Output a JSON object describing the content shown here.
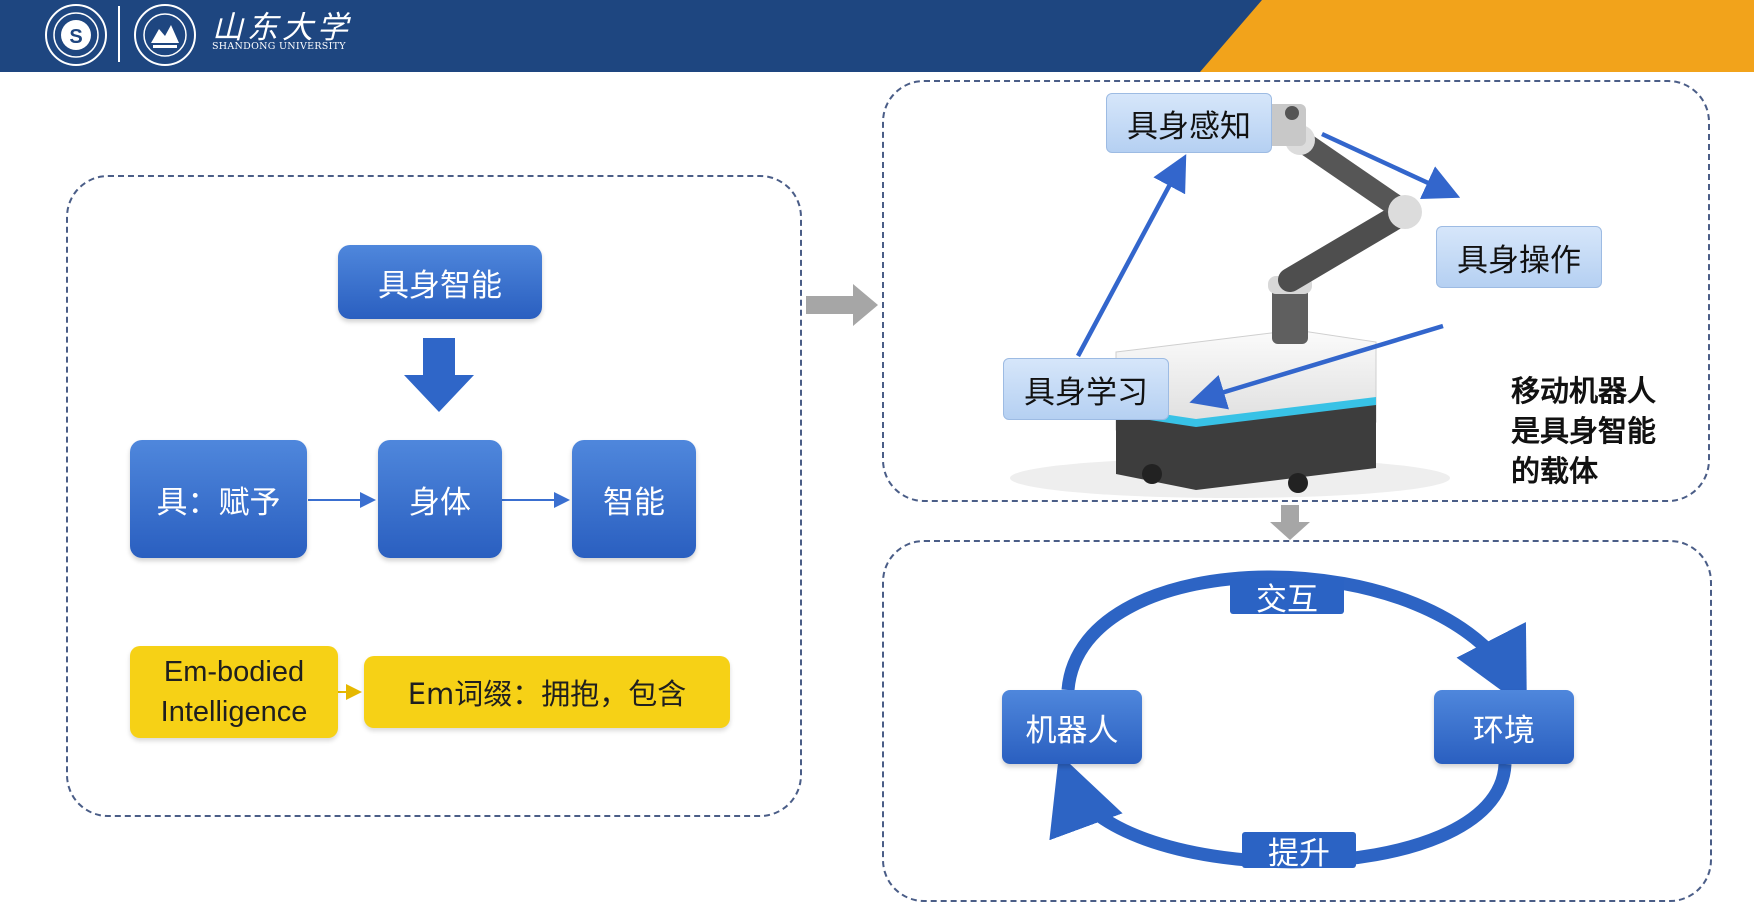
{
  "header": {
    "university_name_cn": "山东大学",
    "university_name_en": "SHANDONG UNIVERSITY",
    "colors": {
      "bar": "#1e4680",
      "accent": "#f2a31b"
    }
  },
  "left_panel": {
    "top_box": "具身智能",
    "row_boxes": [
      "具：赋予",
      "身体",
      "智能"
    ],
    "en_box": "Em-bodied\nIntelligence",
    "prefix_box": "Em词缀：拥抱，包含"
  },
  "robot_panel": {
    "labels": [
      "具身感知",
      "具身操作",
      "具身学习"
    ],
    "caption": "移动机器人\n是具身智能\n的载体"
  },
  "cycle_panel": {
    "top_label": "交互",
    "bottom_label": "提升",
    "left_node": "机器人",
    "right_node": "环境"
  },
  "colors": {
    "blue": "#2d64c4",
    "yellow": "#f6d116",
    "light_blue": "#c8dcf6",
    "arrow_gray": "#a6a6a6"
  }
}
